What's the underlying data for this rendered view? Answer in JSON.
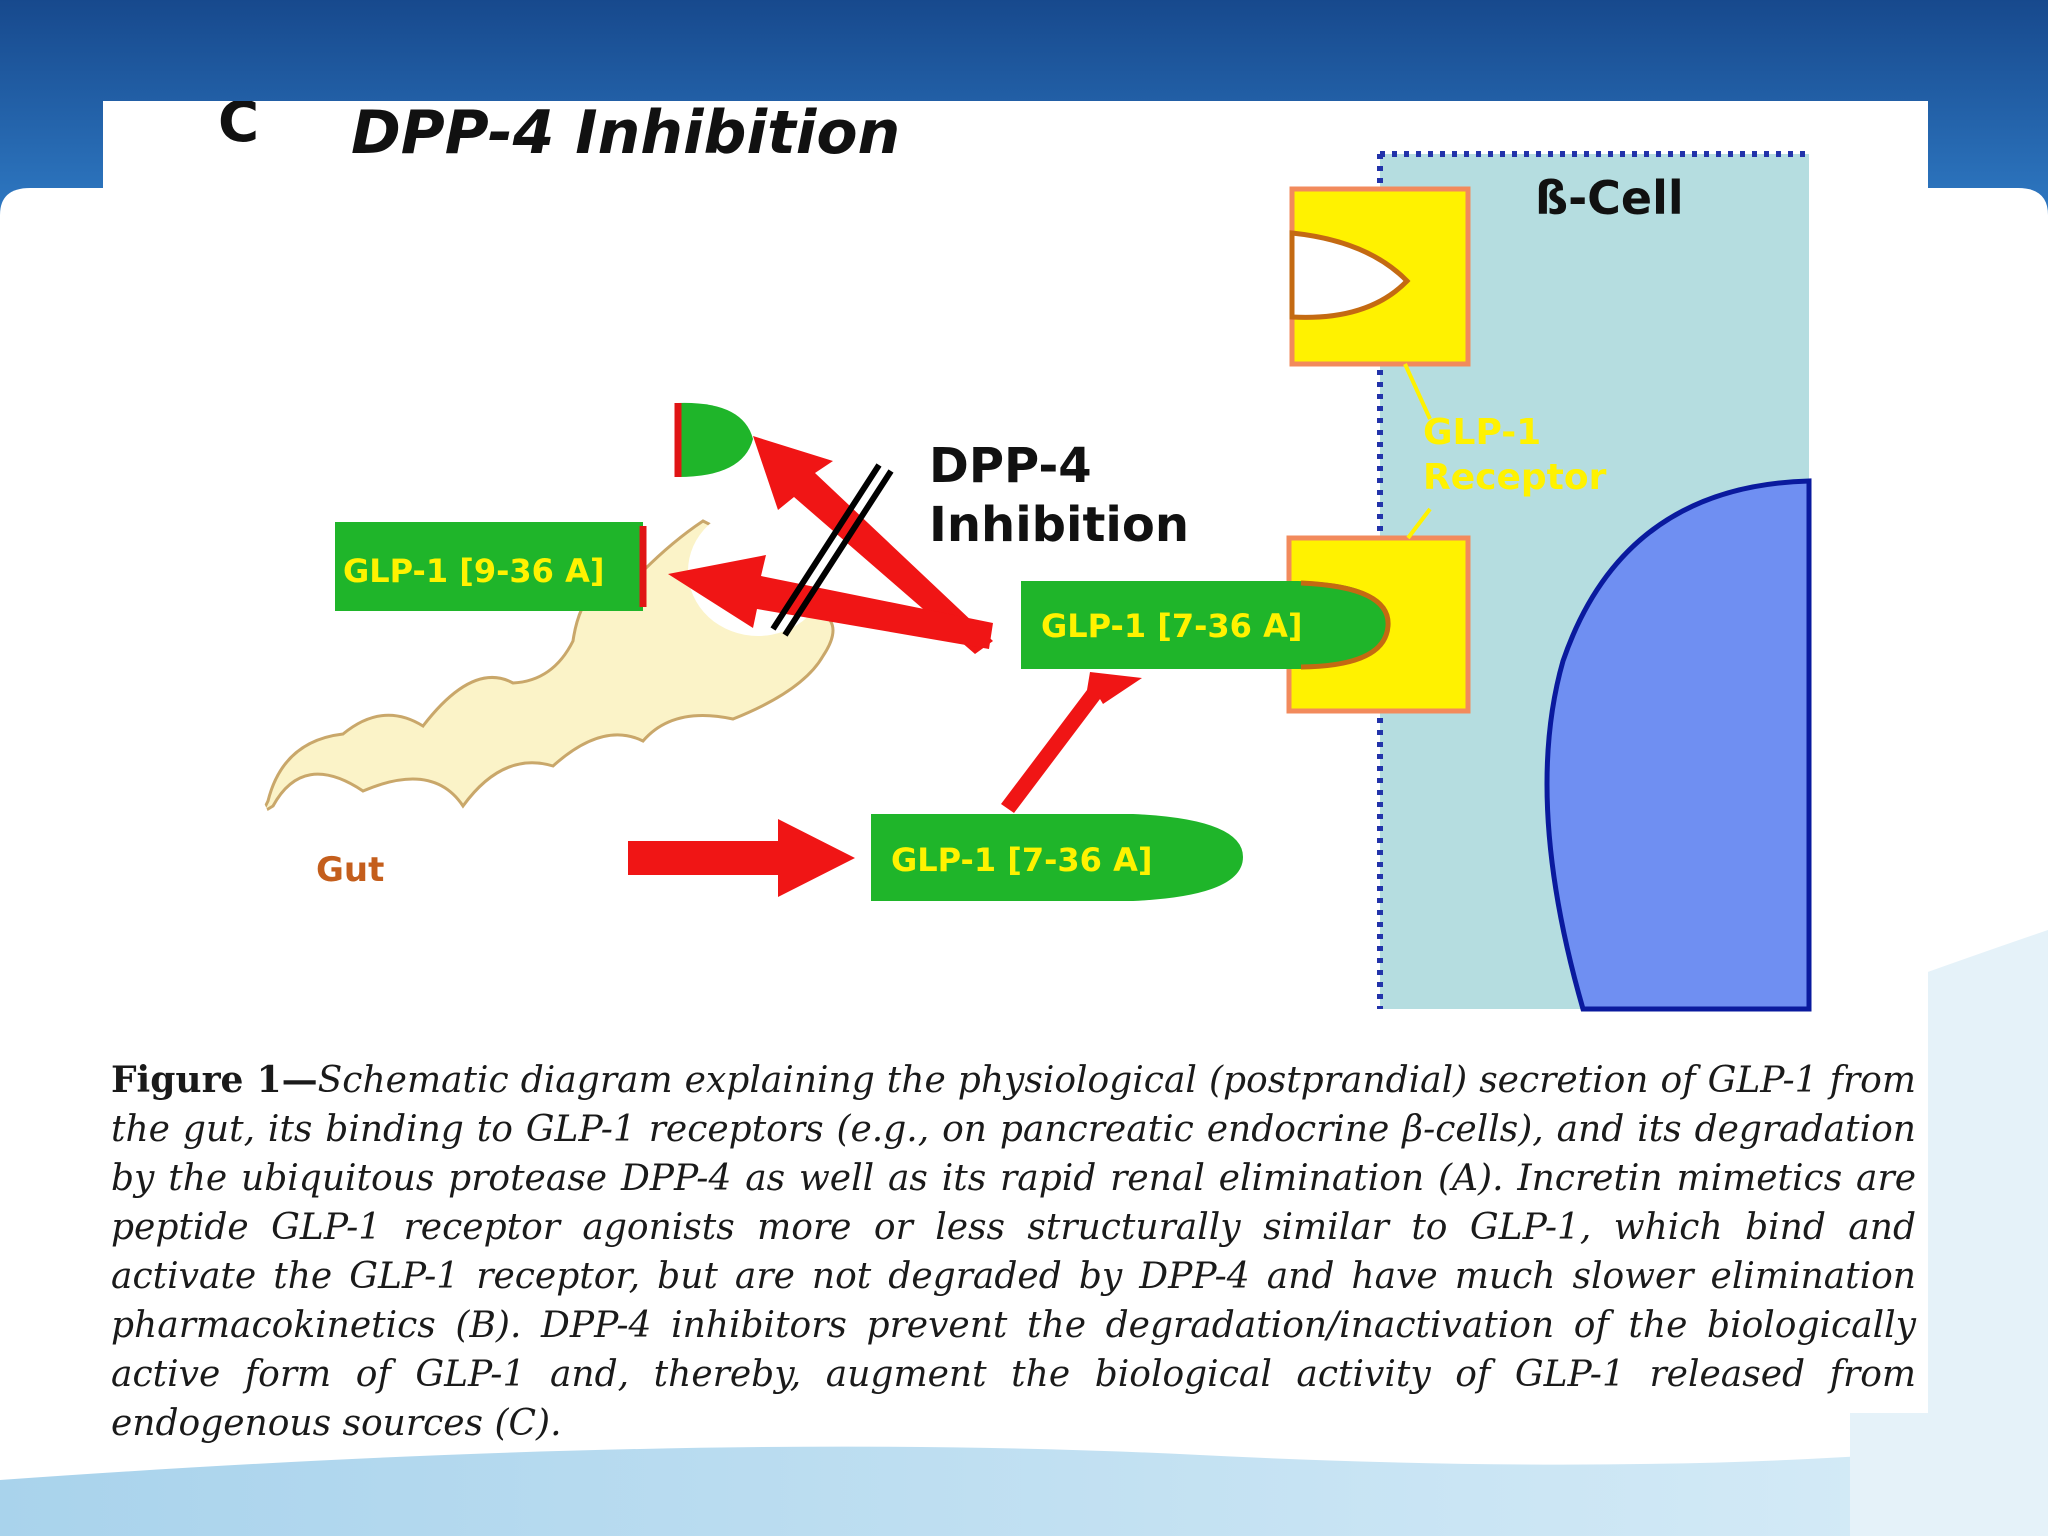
{
  "panel": {
    "letter": "C",
    "title": "DPP-4 Inhibition"
  },
  "cell": {
    "label": "ß-Cell",
    "receptor_label_line1": "GLP-1",
    "receptor_label_line2": "Receptor"
  },
  "diagram": {
    "gut_label": "Gut",
    "glp1_degraded_label": "GLP-1 [9-36 A]",
    "glp1_active_bound_label": "GLP-1 [7-36 A]",
    "glp1_active_secreted_label": "GLP-1 [7-36 A]",
    "inhibition_line1": "DPP-4",
    "inhibition_line2": "Inhibition"
  },
  "caption": {
    "lead": "Figure 1—",
    "text": "Schematic diagram explaining the physiological (postprandial) secretion of GLP-1 from the gut, its binding to GLP-1 receptors (e.g., on pancreatic endocrine β-cells), and its degradation by the ubiquitous protease DPP-4 as well as its rapid renal elimination (A). Incretin mimetics are peptide GLP-1 receptor agonists more or less structurally similar to GLP-1, which bind and activate the GLP-1 receptor, but are not degraded by DPP-4 and have much slower elimination pharmacokinetics (B). DPP-4 inhibitors prevent the degradation/inactivation of the biologically active form of GLP-1 and, thereby, augment the biological activity of GLP-1 released from endogenous sources (C)."
  },
  "colors": {
    "slide_top": "#1f5ea8",
    "green": "#1fb52a",
    "red": "#f01515",
    "yellow": "#fff200",
    "cell_fill": "#b5dde0",
    "nucleus": "#6f8ff2",
    "gut_fill": "#fbf3c8"
  }
}
